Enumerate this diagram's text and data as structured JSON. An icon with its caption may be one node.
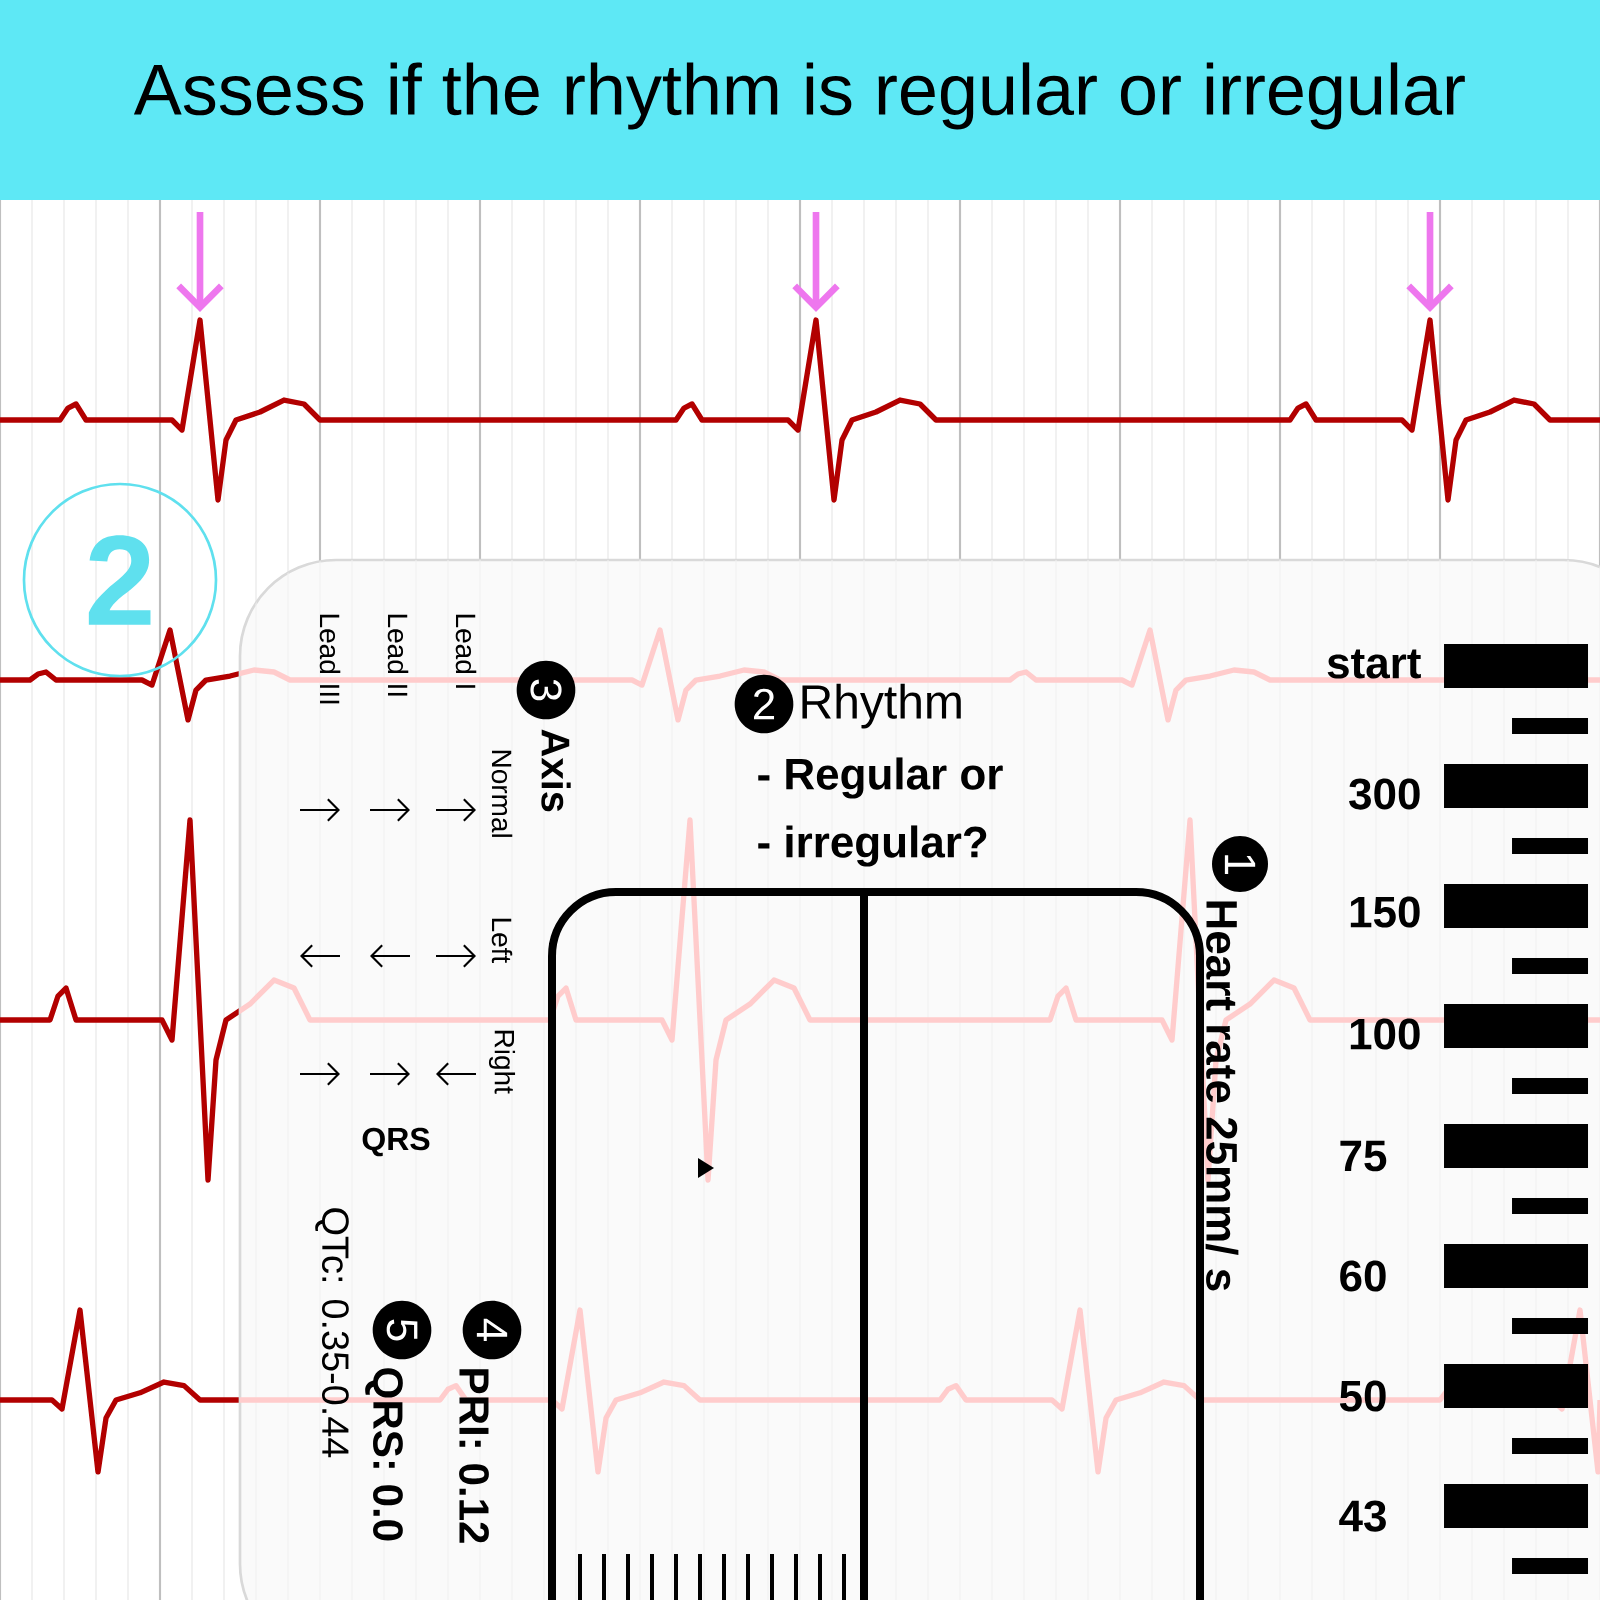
{
  "diagram": {
    "title": "Assess if the rhythm is regular or irregular",
    "nodes": [
      {
        "text": [
          "2"
        ]
      },
      {
        "text": [
          "3"
        ],
        "beside": [
          "Axis"
        ]
      },
      {
        "text": [
          "2"
        ],
        "beside": [
          "Rhythm",
          "- Regular or",
          "- irregular?"
        ]
      },
      {
        "text": [
          "1"
        ],
        "beside": [
          "Heart rate 25mm/ s"
        ]
      },
      {
        "text": [
          "4"
        ],
        "beside": [
          "PRI: 0.12"
        ]
      },
      {
        "text": [
          "5"
        ],
        "beside": [
          "QRS: 0.0"
        ]
      }
    ],
    "labels": [
      "Lead I",
      "Lead II",
      "Lead III",
      "Normal",
      "Left",
      "Right",
      "QRS",
      "QTc: 0.35-0.44",
      "start",
      "300",
      "150",
      "100",
      "75",
      "60",
      "50",
      "43"
    ]
  }
}
